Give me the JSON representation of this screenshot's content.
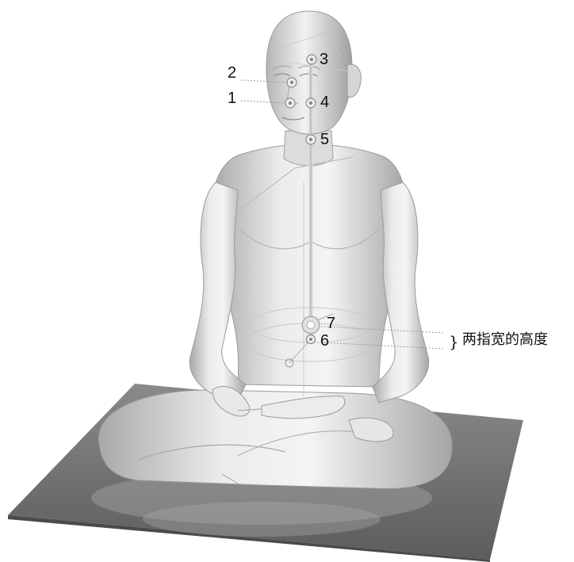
{
  "points": [
    {
      "id": "point-1",
      "label": "1"
    },
    {
      "id": "point-2",
      "label": "2"
    },
    {
      "id": "point-3",
      "label": "3"
    },
    {
      "id": "point-4",
      "label": "4"
    },
    {
      "id": "point-5",
      "label": "5"
    },
    {
      "id": "point-6",
      "label": "6"
    },
    {
      "id": "point-7",
      "label": "7"
    }
  ],
  "height_note": "两指宽的高度",
  "colors": {
    "figure_light": "#eeeeee",
    "figure_mid": "#c9c9c9",
    "figure_dark": "#9c9c9c",
    "mat": "#6f6f6f",
    "marker": "#8a8a8a"
  }
}
